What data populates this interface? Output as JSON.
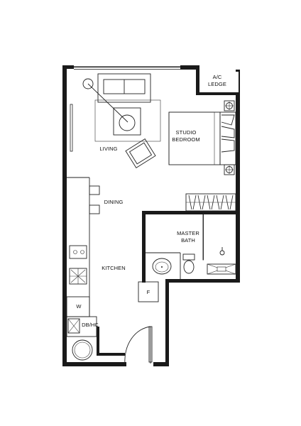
{
  "rooms": {
    "ac_ledge_line1": "A/C",
    "ac_ledge_line2": "LEDGE",
    "studio_line1": "STUDIO",
    "studio_line2": "BEDROOM",
    "living": "LIVING",
    "dining": "DINING",
    "master_bath_line1": "MASTER",
    "master_bath_line2": "BATH",
    "kitchen": "KITCHEN",
    "fridge": "F",
    "washer": "W",
    "db_hc": "DB/HC"
  },
  "colors": {
    "wall": "#1a1a1a",
    "line": "#222222",
    "background": "#ffffff"
  }
}
